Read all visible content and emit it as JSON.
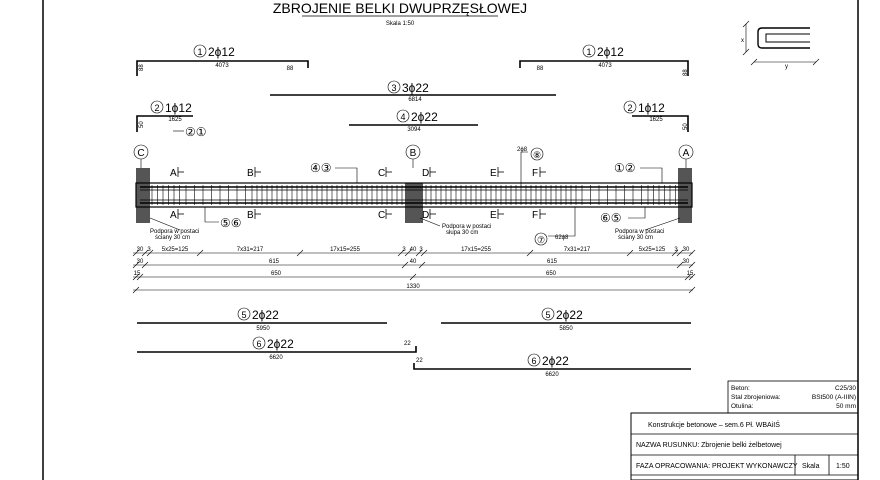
{
  "title": "ZBROJENIE BELKI DWUPRZĘSŁOWEJ",
  "scale_label": "Skala 1:50",
  "bars_top": [
    {
      "id": "bar-1-left",
      "num": "1",
      "label": "2ϕ12",
      "len": "4073",
      "hook": "88",
      "end": "88"
    },
    {
      "id": "bar-1-right",
      "num": "1",
      "label": "2ϕ12",
      "len": "4073",
      "hook": "88",
      "end": "88"
    },
    {
      "id": "bar-3",
      "num": "3",
      "label": "3ϕ22",
      "len": "6814"
    },
    {
      "id": "bar-2-left",
      "num": "2",
      "label": "1ϕ12",
      "len": "1625",
      "end": "50"
    },
    {
      "id": "bar-2-right",
      "num": "2",
      "label": "1ϕ12",
      "len": "1625",
      "end": "50"
    },
    {
      "id": "bar-4",
      "num": "4",
      "label": "2ϕ22",
      "len": "3094"
    }
  ],
  "bars_bottom": [
    {
      "id": "bar-5-left",
      "num": "5",
      "label": "2ϕ22",
      "len": "5950"
    },
    {
      "id": "bar-5-right",
      "num": "5",
      "label": "2ϕ22",
      "len": "5850"
    },
    {
      "id": "bar-6-left",
      "num": "6",
      "label": "2ϕ22",
      "len": "6620",
      "hook": "22"
    },
    {
      "id": "bar-6-right",
      "num": "6",
      "label": "2ϕ22",
      "len": "6620",
      "hook": "22"
    }
  ],
  "axes": [
    "C",
    "B",
    "A"
  ],
  "sections": [
    "A",
    "B",
    "C",
    "D",
    "E",
    "F"
  ],
  "markers": {
    "c21": "②①",
    "c43": "④③",
    "c12": "①②",
    "c56": "⑤⑥",
    "c65": "⑥⑤",
    "c8": "⑧",
    "c8_pre": "2ϕ8",
    "c7": "⑦",
    "c7_lbl": "62ϕ8"
  },
  "supports": {
    "left": [
      "Podpora w postaci",
      "ściany 30 cm"
    ],
    "mid": [
      "Podpora w postaci",
      "słupa 30 cm"
    ],
    "right": [
      "Podpora w postaci",
      "ściany 30 cm"
    ]
  },
  "dims": {
    "row1": [
      "30",
      "3",
      "5x25=125",
      "7x31=217",
      "17x15=255",
      "3",
      "40",
      "3",
      "17x15=255",
      "7x31=217",
      "5x25=125",
      "3",
      "30"
    ],
    "row2": [
      "30",
      "615",
      "40",
      "615",
      "30"
    ],
    "row3": [
      "15",
      "650",
      "650",
      "15"
    ],
    "total": "1330"
  },
  "materials": {
    "beton_label": "Beton:",
    "beton_val": "C25/30",
    "stal_label": "Stal zbrojeniowa:",
    "stal_val": "BSt500 (A-IIIN)",
    "otulina_label": "Otulina:",
    "otulina_val": "50 mm"
  },
  "title_block": {
    "row1": "Konstrukcje betonowe – sem.6 Pł. WBAiIŚ",
    "row2": "NAZWA RUSUNKU: Zbrojenie belki żelbetowej",
    "row3": "FAZA OPRACOWANIA: PROJEKT WYKONAWCZY",
    "skala_label": "Skala",
    "skala_val": "1:50"
  },
  "stirrup_detail": {
    "x": "x",
    "y": "y"
  }
}
